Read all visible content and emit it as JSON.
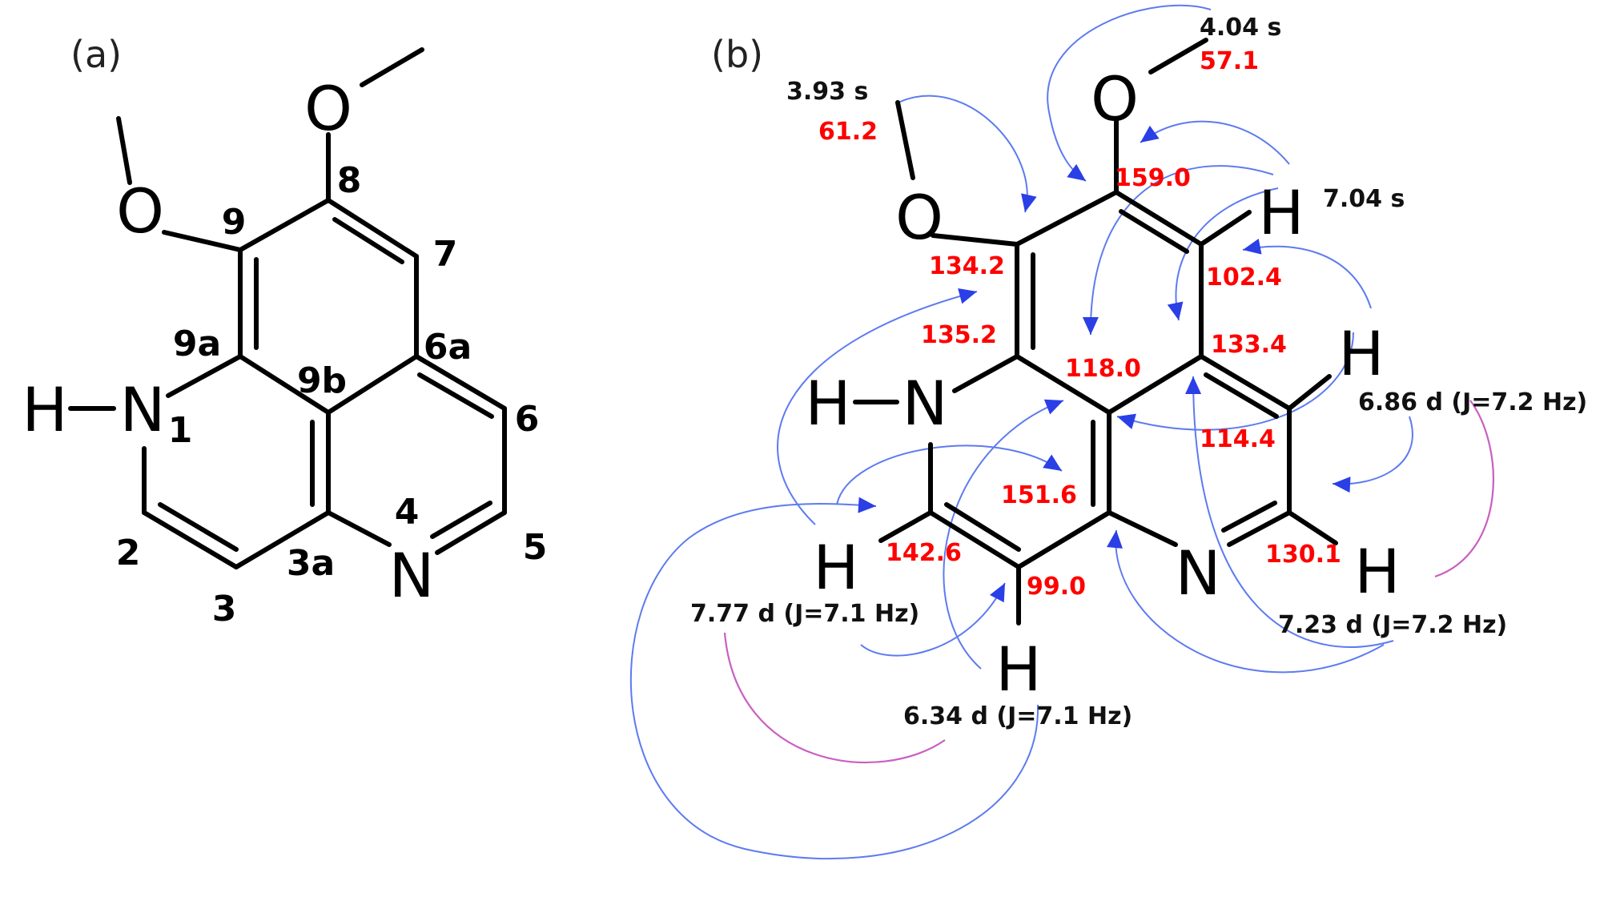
{
  "colors": {
    "bond": "#000000",
    "carbon_shift": "#ff0000",
    "proton_shift": "#111111",
    "hmbc_arrow": "#2a3fe6",
    "hmbc_line": "#5d7bf0",
    "cosy": "#c860c0"
  },
  "panel_a": {
    "label": "(a)",
    "atoms": {
      "o_methoxy_9": "O",
      "o_methoxy_8": "O",
      "n1": "N",
      "h_n1": "H",
      "n4": "N"
    },
    "numbering": {
      "c9": "9",
      "c8": "8",
      "c7": "7",
      "c9a": "9a",
      "c6a": "6a",
      "c9b": "9b",
      "n1": "1",
      "c6": "6",
      "n4": "4",
      "c5": "5",
      "c2": "2",
      "c3a": "3a",
      "c3": "3"
    }
  },
  "panel_b": {
    "label": "(b)",
    "atoms": {
      "o_left": "O",
      "o_top": "O",
      "n_h": "N",
      "h_n": "H",
      "n_ring": "N",
      "h7": "H",
      "h6": "H",
      "h5": "H",
      "h2": "H",
      "h3": "H"
    },
    "carbon_shifts": {
      "ome_top": "57.1",
      "ome_left": "61.2",
      "c8": "159.0",
      "c9": "134.2",
      "c7": "102.4",
      "c9a": "135.2",
      "c9b": "118.0",
      "c6a": "133.4",
      "c6": "114.4",
      "c3a": "151.6",
      "c2": "142.6",
      "c3": "99.0",
      "c5": "130.1"
    },
    "proton_shifts": {
      "ome_top": "4.04 s",
      "ome_left": "3.93 s",
      "h7": "7.04 s",
      "h6": "6.86 d (J=7.2 Hz)",
      "h5": "7.23 d (J=7.2 Hz)",
      "h2": "7.77 d (J=7.1 Hz)",
      "h3": "6.34 d (J=7.1 Hz)"
    }
  }
}
